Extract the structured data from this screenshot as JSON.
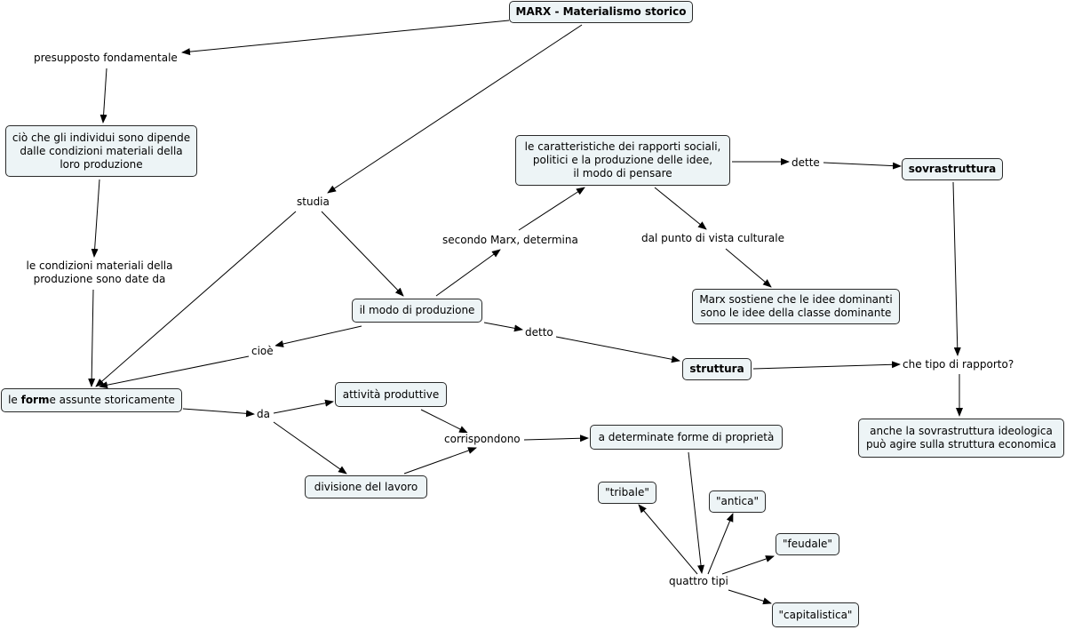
{
  "title": "MARX - Materialismo storico",
  "nodes": {
    "presupposto": "presupposto fondamentale",
    "cio_che": "ciò che gli individui sono dipende\ndalle condizioni materiali della\nloro produzione",
    "condizioni": "le condizioni materiali della\nproduzione sono date da",
    "forme_pre": "le ",
    "forme_bold": "form",
    "forme_post": "e assunte storicamente",
    "studia": "studia",
    "modo_produzione": "il modo di produzione",
    "cioe": "cioè",
    "caratteristiche": "le caratteristiche dei  rapporti sociali,\npolitici e la produzione delle idee,\nil modo di pensare",
    "secondo_marx": "secondo Marx, determina",
    "dette": "dette",
    "sovrastruttura": "sovrastruttura",
    "dal_punto": "dal punto di vista culturale",
    "marx_sostiene": "Marx sostiene che le idee dominanti\nsono le idee della classe dominante",
    "detto": "detto",
    "struttura": "struttura",
    "che_tipo": "che tipo di rapporto?",
    "anche_sovra": "anche la sovrastruttura ideologica\npuò agire sulla struttura economica",
    "da": "da",
    "attivita": "attività produttive",
    "divisione": "divisione del lavoro",
    "corrispondono": "corrispondono",
    "determinate_forme": "a determinate forme di proprietà",
    "tribale": "\"tribale\"",
    "antica": "\"antica\"",
    "feudale": "\"feudale\"",
    "capitalistica": "\"capitalistica\"",
    "quattro_tipi": "quattro tipi"
  }
}
